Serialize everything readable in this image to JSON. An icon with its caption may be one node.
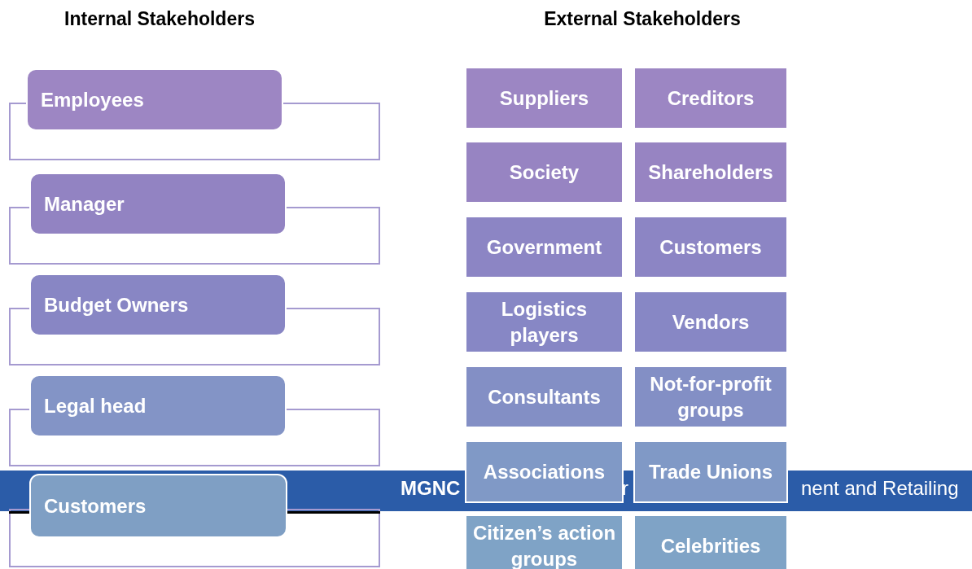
{
  "diagram": {
    "nodes": [
      {
        "text": [
          "Employees"
        ]
      },
      {
        "text": [
          "Manager"
        ]
      },
      {
        "text": [
          "Budget Owners"
        ]
      },
      {
        "text": [
          "Legal head"
        ]
      },
      {
        "text": [
          "Customers"
        ]
      },
      {
        "text": [
          "Suppliers"
        ]
      },
      {
        "text": [
          "Creditors"
        ]
      },
      {
        "text": [
          "Society"
        ]
      },
      {
        "text": [
          "Shareholders"
        ]
      },
      {
        "text": [
          "Government"
        ]
      },
      {
        "text": [
          "Customers"
        ]
      },
      {
        "text": [
          "Logistics players"
        ]
      },
      {
        "text": [
          "Vendors"
        ]
      },
      {
        "text": [
          "Consultants"
        ]
      },
      {
        "text": [
          "Not-for-profit groups"
        ]
      },
      {
        "text": [
          "Associations"
        ]
      },
      {
        "text": [
          "Trade Unions"
        ]
      },
      {
        "text": [
          "Citizen’s action groups"
        ]
      },
      {
        "text": [
          "Celebrities"
        ]
      }
    ],
    "edges": [],
    "labels": [
      "Internal Stakeholders",
      "External Stakeholders",
      "MGNC",
      "r",
      "nent and Retailing"
    ]
  }
}
